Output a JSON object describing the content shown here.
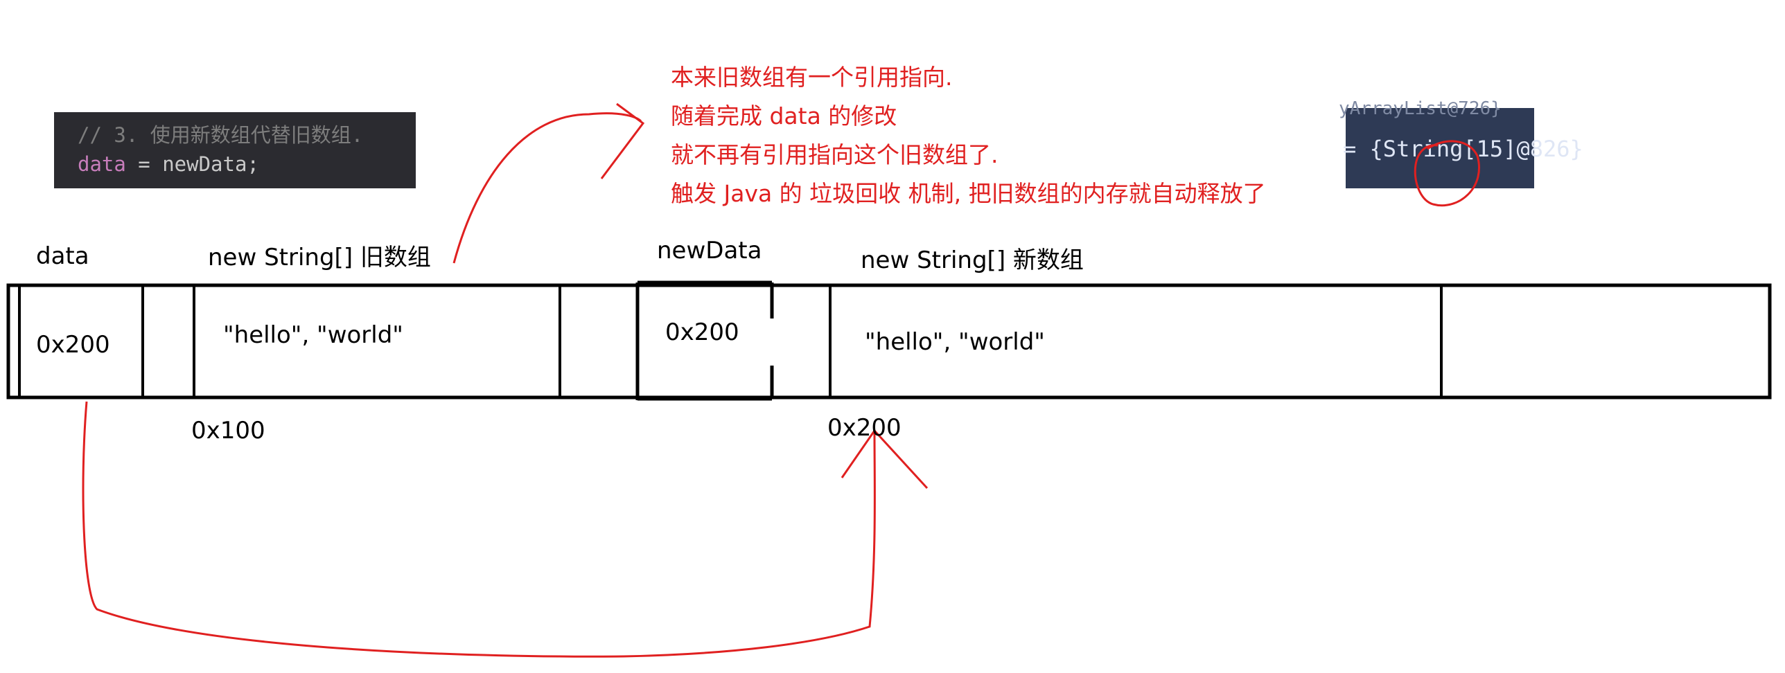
{
  "code_snippet": {
    "comment": "// 3. 使用新数组代替旧数组.",
    "var": "data",
    "rest": " = newData;"
  },
  "debug_snippet": {
    "top": "yArrayList@726}",
    "main": "= {String[15]@826}"
  },
  "note_lines": [
    "本来旧数组有一个引用指向.",
    "随着完成 data 的修改",
    "就不再有引用指向这个旧数组了.",
    "触发 Java 的 垃圾回收 机制, 把旧数组的内存就自动释放了"
  ],
  "labels": {
    "data": "data",
    "old_array": "new String[]  旧数组",
    "new_data": "newData",
    "new_array": "new String[] 新数组"
  },
  "cells": {
    "data_value": "0x200",
    "old_content": "\"hello\", \"world\"",
    "newdata_value": "0x200",
    "new_content": "\"hello\", \"world\""
  },
  "addresses": {
    "old_array": "0x100",
    "new_array": "0x200"
  },
  "colors": {
    "annotation": "#e02020",
    "code_bg": "#2b2b30",
    "debug_bg": "#2e3a55"
  }
}
